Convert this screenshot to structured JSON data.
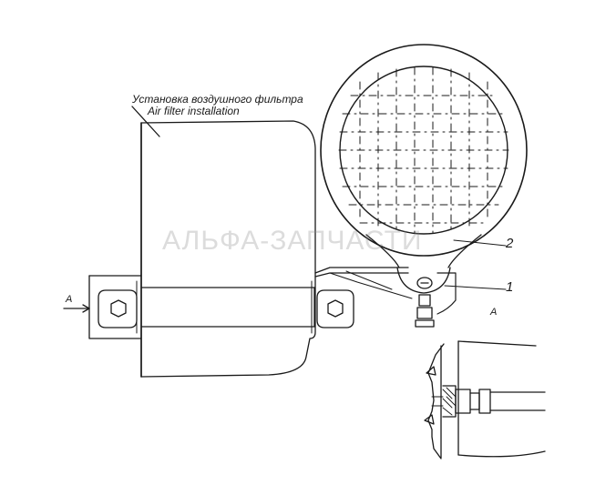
{
  "labels": {
    "title_ru": "Установка воздушного фильтра",
    "title_en": "Air filter installation",
    "callout_1": "1",
    "callout_2": "2",
    "view_arrow": "A",
    "view_label": "A"
  },
  "watermark": {
    "text": "АЛЬФА-ЗАПЧАСТИ"
  },
  "colors": {
    "line": "#1a1a1a",
    "background": "#ffffff"
  }
}
